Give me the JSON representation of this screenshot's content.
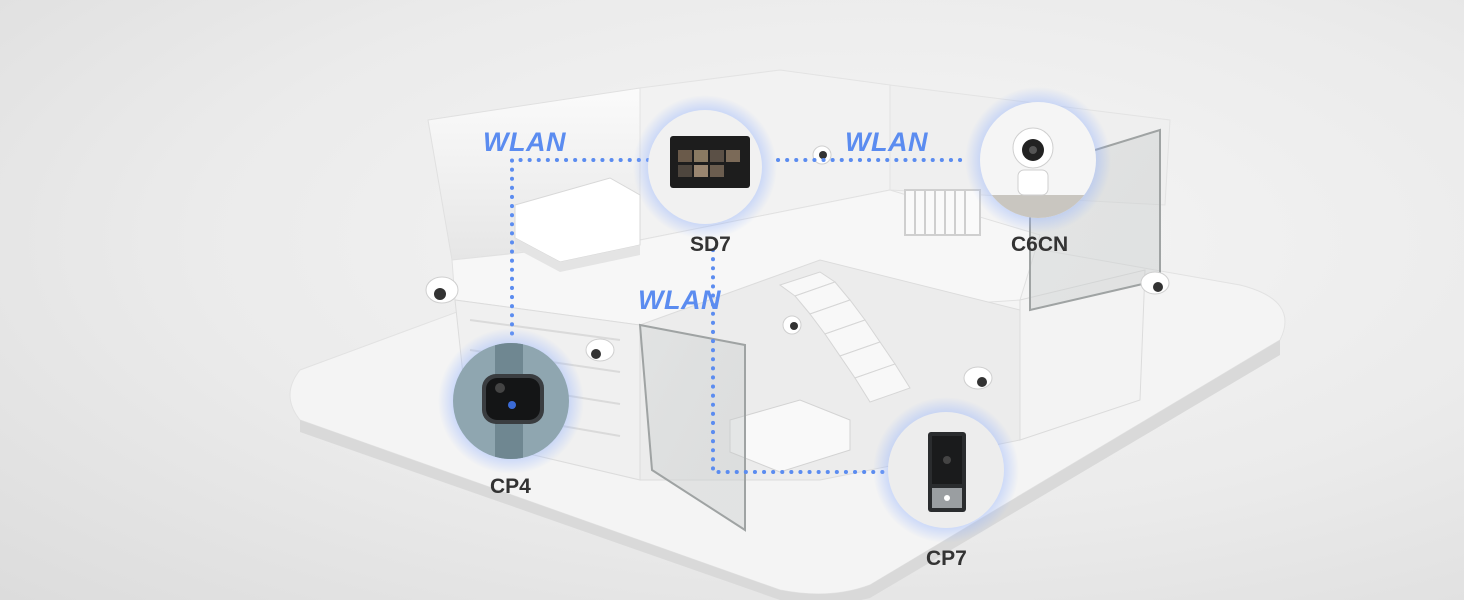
{
  "labels": {
    "wlan_left": "WLAN",
    "wlan_right": "WLAN",
    "wlan_middle": "WLAN",
    "sd7": "SD7",
    "c6cn": "C6CN",
    "cp4": "CP4",
    "cp7": "CP7"
  },
  "devices": [
    {
      "name": "SD7",
      "type": "smart-home-display"
    },
    {
      "name": "C6CN",
      "type": "indoor-pan-tilt-camera"
    },
    {
      "name": "CP4",
      "type": "smart-door-viewer"
    },
    {
      "name": "CP7",
      "type": "video-doorbell"
    }
  ],
  "colors": {
    "accent": "#5b8cf0",
    "glow": "#8fb0ff",
    "label": "#333333"
  }
}
